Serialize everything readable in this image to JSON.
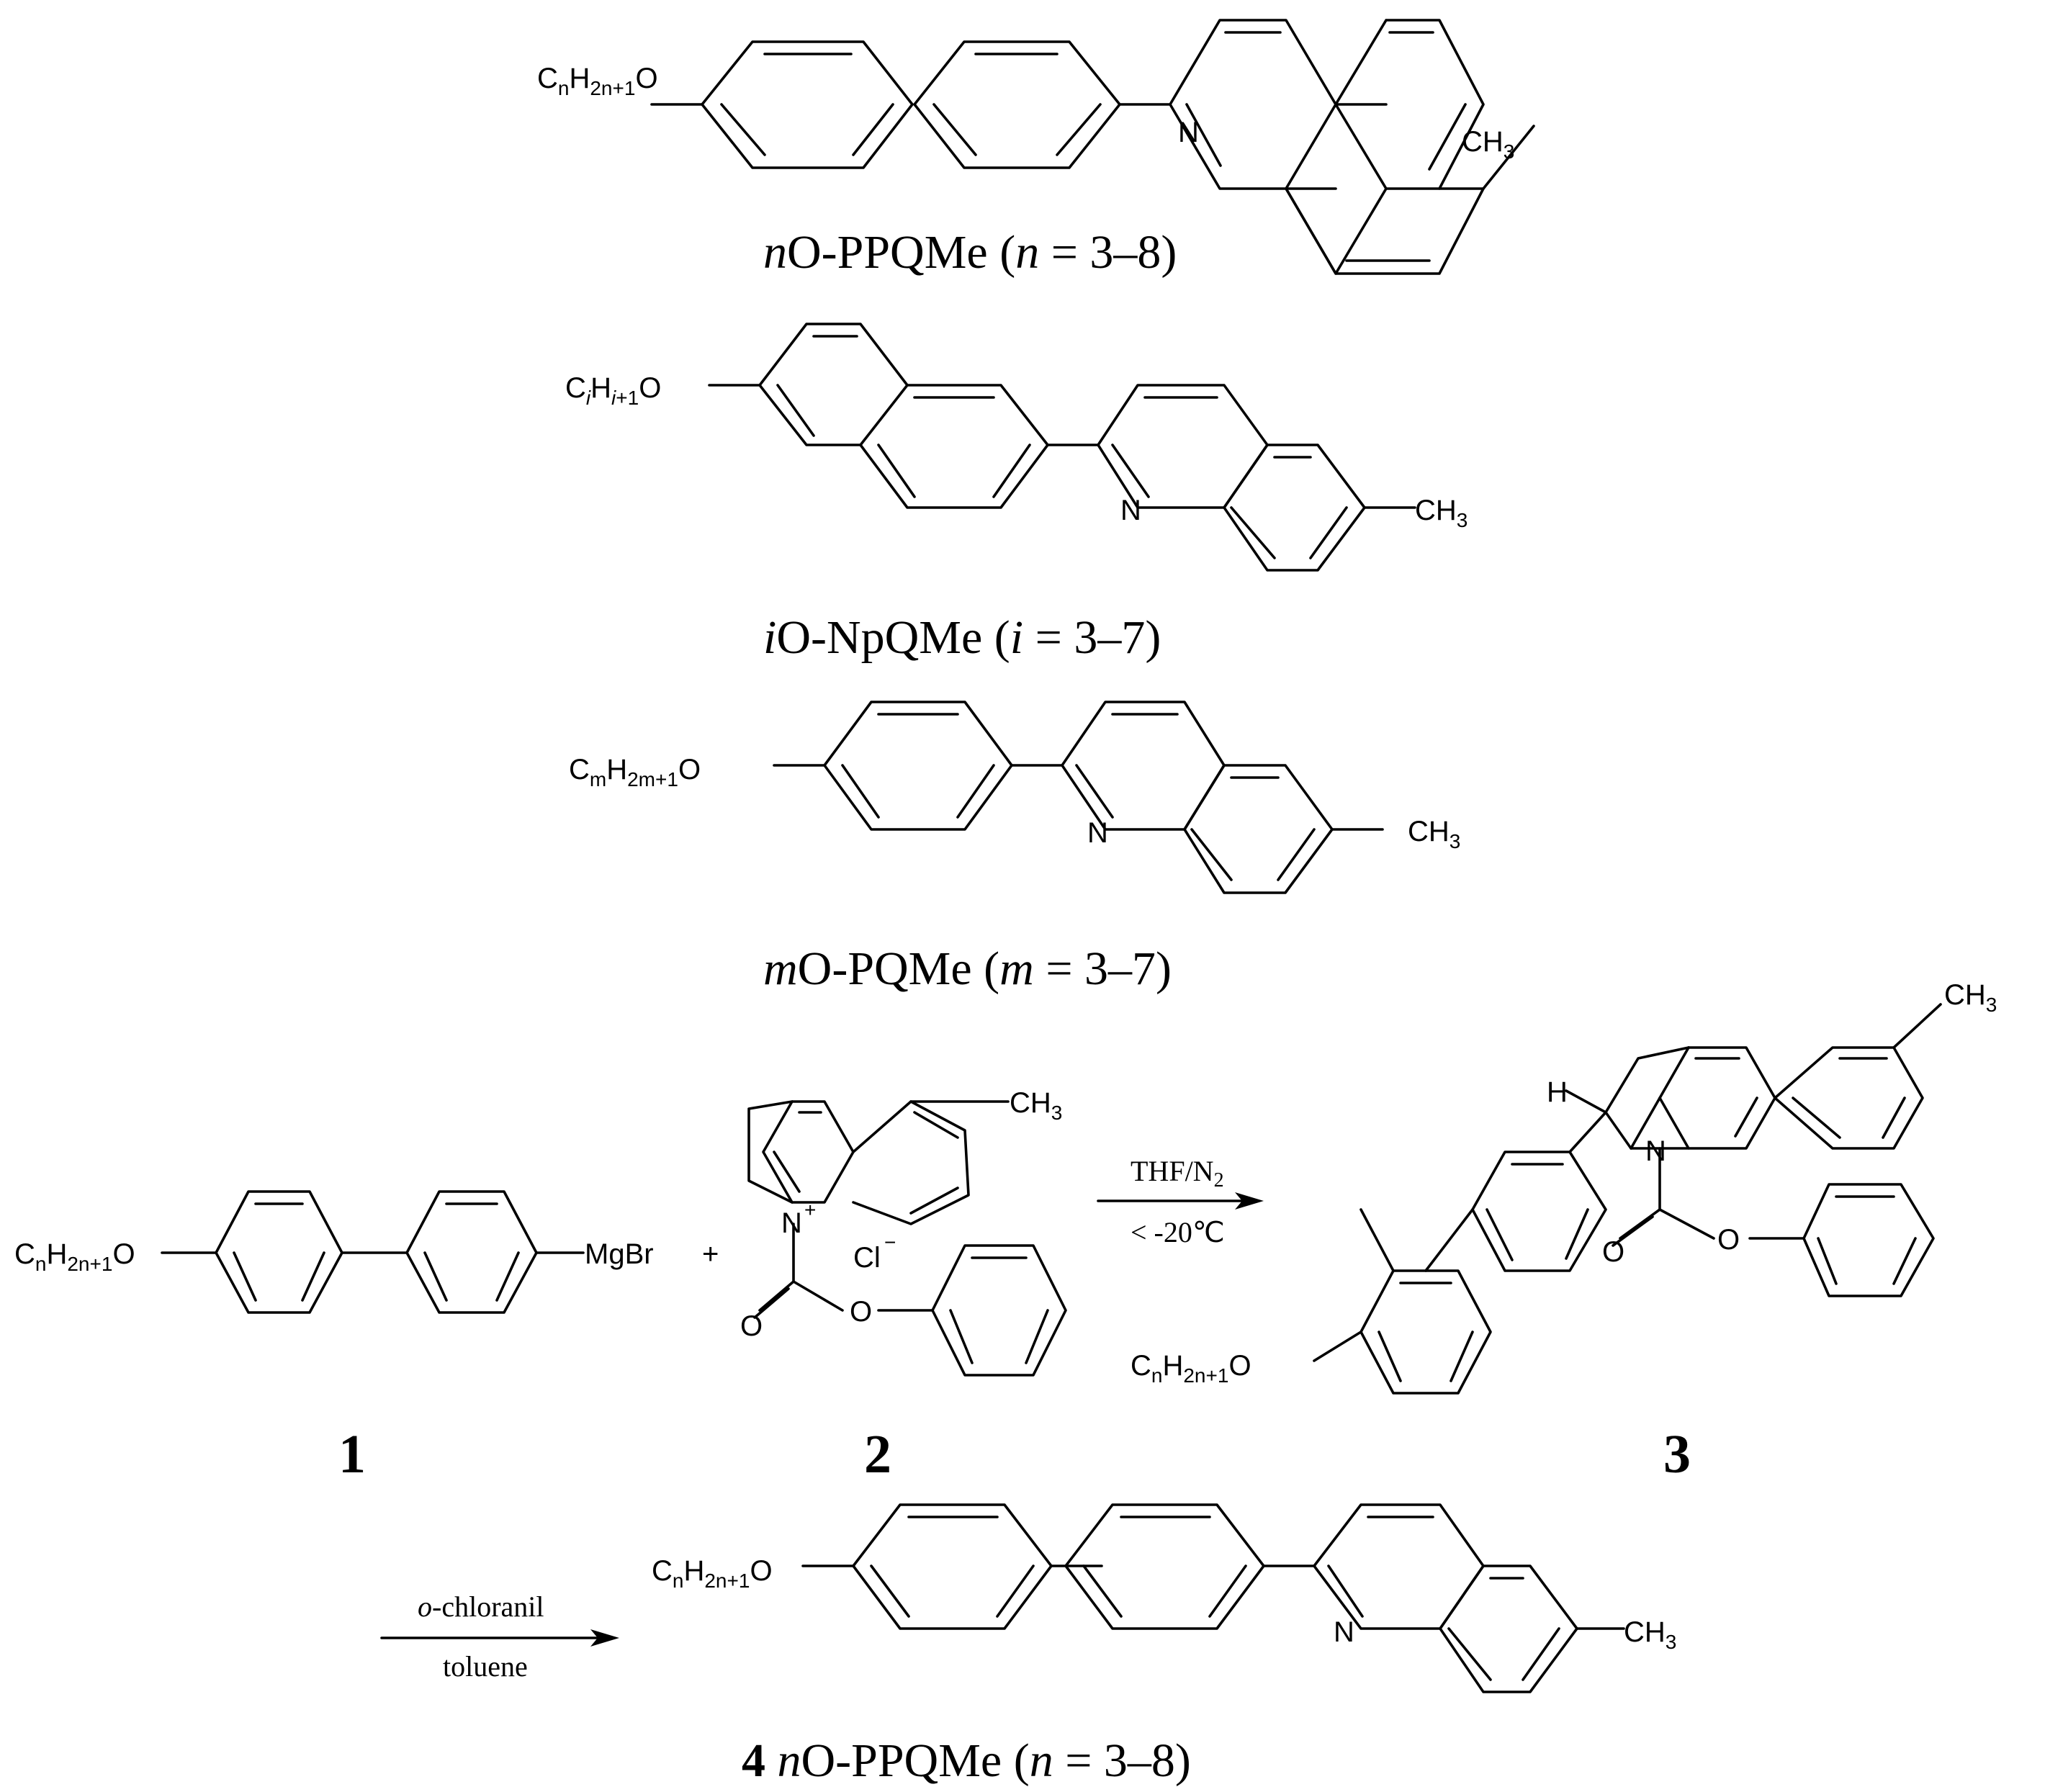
{
  "compounds": {
    "npp": {
      "chain_c": "C",
      "chain_c_sub": "n",
      "chain_h": "H",
      "chain_h_sub": "2n+1",
      "chain_o": "O",
      "n_label": "N",
      "ch3_c": "CH",
      "ch3_sub": "3",
      "caption": {
        "var": "n",
        "name": "O-PPQMe (",
        "var2": "n",
        "range": " = 3–8)"
      }
    },
    "inp": {
      "chain_c": "C",
      "chain_c_sub": "i",
      "chain_h": "H",
      "chain_h_sub_italic": "i",
      "chain_h_sub": "+1",
      "chain_o": "O",
      "n_label": "N",
      "ch3_c": "CH",
      "ch3_sub": "3",
      "caption": {
        "var": "i",
        "name": "O-NpQMe (",
        "var2": "i",
        "range": " = 3–7)"
      }
    },
    "mpq": {
      "chain_c": "C",
      "chain_c_sub": "m",
      "chain_h": "H",
      "chain_h_sub": "2m+1",
      "chain_o": "O",
      "n_label": "N",
      "ch3_c": "CH",
      "ch3_sub": "3",
      "caption": {
        "var": "m",
        "name": "O-PQMe (",
        "var2": "m",
        "range": " = 3–7)"
      }
    }
  },
  "reaction": {
    "reagent1": {
      "chain_c": "C",
      "chain_c_sub": "n",
      "chain_h": "H",
      "chain_h_sub": "2n+1",
      "chain_o": "O",
      "mg": "MgBr",
      "number": "1"
    },
    "plus": "+",
    "reagent2": {
      "ch3_c": "CH",
      "ch3_sub": "3",
      "n_label": "N",
      "charge": "+",
      "cl": "Cl",
      "cl_charge": "−",
      "o_carbonyl": "O",
      "o_ester": "O",
      "number": "2"
    },
    "arrow1": {
      "above": "THF/N",
      "above_sub": "2",
      "below": "< -20℃"
    },
    "product3": {
      "ch3_c": "CH",
      "ch3_sub": "3",
      "h": "H",
      "n_label": "N",
      "o_carbonyl": "O",
      "o_ester": "O",
      "chain_c": "C",
      "chain_c_sub": "n",
      "chain_h": "H",
      "chain_h_sub": "2n+1",
      "chain_o": "O",
      "number": "3"
    },
    "arrow2": {
      "above_it": "o",
      "above": "-chloranil",
      "below": "toluene"
    },
    "product4": {
      "chain_c": "C",
      "chain_c_sub": "n",
      "chain_h": "H",
      "chain_h_sub": "2n+1",
      "chain_o": "O",
      "n_label": "N",
      "ch3_c": "CH",
      "ch3_sub": "3",
      "caption": {
        "number": "4",
        "var": "n",
        "name": "O-PPQMe (",
        "var2": "n",
        "range": " = 3–8)"
      }
    }
  }
}
